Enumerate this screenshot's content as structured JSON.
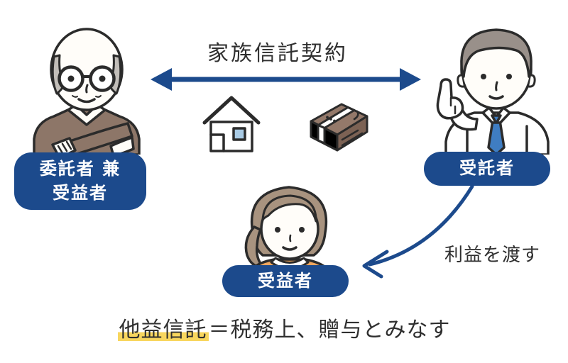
{
  "labels": {
    "contract": "家族信託契約",
    "settlor_line1": "委託者 兼",
    "settlor_line2": "受益者",
    "trustee": "受託者",
    "beneficiary": "受益者",
    "profit": "利益を渡す"
  },
  "footnote": {
    "highlighted": "他益信託",
    "rest": "＝税務上、贈与とみなす"
  },
  "icons": {
    "contract_arrow": "double-headed-arrow",
    "profit_arrow": "curved-arrow",
    "house": "house-icon",
    "money": "money-stack-icon"
  },
  "illustrations": {
    "settlor": "elderly-man",
    "trustee": "businessman-pointing",
    "beneficiary": "young-woman"
  },
  "colors": {
    "pill_blue": "#1c4a8c",
    "arrow_blue": "#1c4a8c",
    "highlight_yellow": "#f8d65e",
    "text_dark": "#2f2f2f",
    "sweater_brown": "#8d7668",
    "elder_hair_gray": "#c2beb9",
    "businessman_hair_gray": "#99908a",
    "tie_blue": "#3f7dc2",
    "woman_hair_brown": "#a8937f",
    "woman_top_orange": "#efa75f",
    "money_brown": "#94796a",
    "window_blue": "#a9cbe5"
  }
}
